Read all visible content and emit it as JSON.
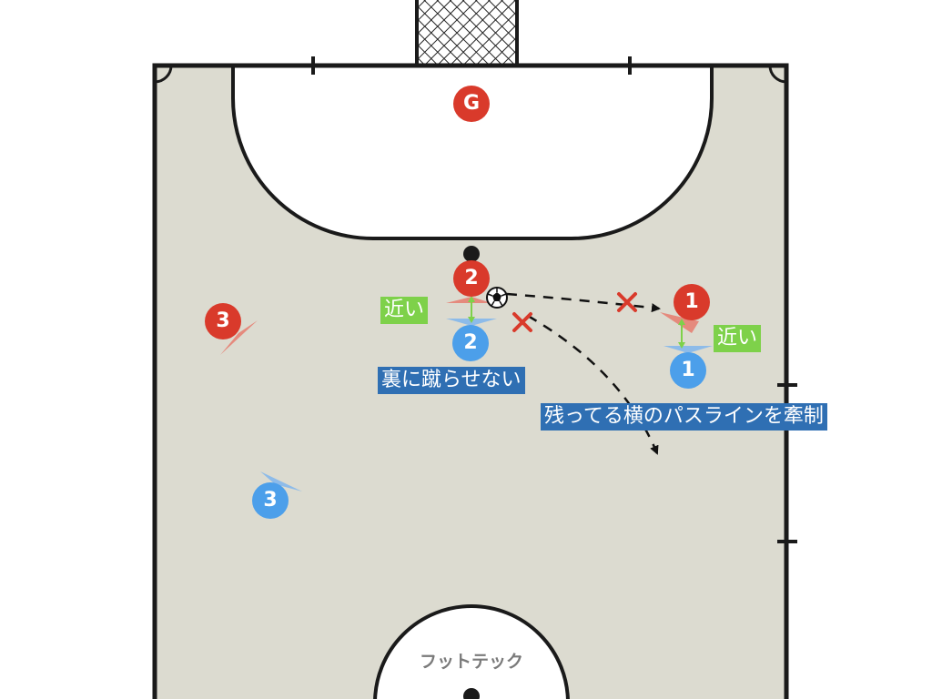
{
  "goalkeeper": {
    "label": "G",
    "team": "red"
  },
  "players": {
    "red": [
      {
        "label": "1"
      },
      {
        "label": "2"
      },
      {
        "label": "3"
      }
    ],
    "blue": [
      {
        "label": "1"
      },
      {
        "label": "2"
      },
      {
        "label": "3"
      }
    ]
  },
  "annotations": {
    "close_left": "近い",
    "close_right": "近い",
    "no_behind": "裏に蹴らせない",
    "restrain_pass": "残ってる横のパスラインを牽制"
  },
  "brand": "フットテック",
  "colors": {
    "court": "#dcdbd0",
    "area": "#ffffff",
    "line": "#1a1a1a",
    "red_team": "#d93a2b",
    "blue_team": "#4c9fea",
    "label_green": "#7ed14a",
    "label_blue": "#2f6fb3",
    "cross_mark": "#d93a2b"
  },
  "icons": {
    "ball": "soccer-ball-icon",
    "cross": "cross-mark-icon",
    "arrow": "arrow-icon",
    "net": "goal-net-icon"
  }
}
